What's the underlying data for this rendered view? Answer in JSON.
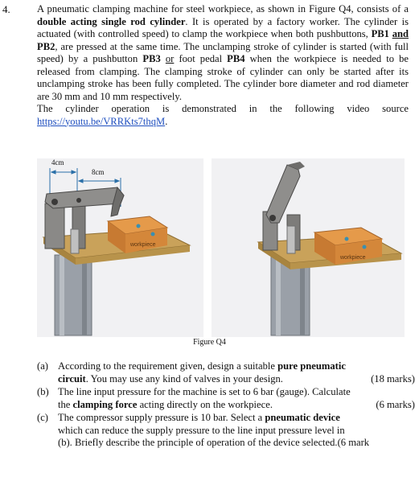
{
  "question": {
    "number": "4.",
    "intro": {
      "p1": "A pneumatic clamping machine for steel workpiece, as shown in Figure Q4, consists of a ",
      "b1": "double acting single rod cylinder",
      "p2": ". It is operated by a factory worker. The cylinder is actuated (with controlled speed) to clamp the workpiece when both pushbuttons, ",
      "b2": "PB1",
      "u1": "and",
      "b3": "PB2",
      "p3": ", are pressed at the same time. The unclamping stroke of cylinder is started (with full speed) by a pushbutton ",
      "b4": "PB3",
      "u2": "or",
      "p4": " foot pedal ",
      "b5": "PB4",
      "p5": " when the workpiece is needed to be released from clamping. The clamping stroke of cylinder can only be started after its unclamping stroke has been fully completed. The cylinder bore diameter and rod diameter are 30 mm and 10 mm respectively.",
      "p6": "The cylinder operation is demonstrated in the following video source ",
      "link": "https://youtu.be/VRRKts7thqM",
      "p7": "."
    },
    "figure": {
      "dim1": "4cm",
      "dim2": "8cm",
      "workpiece_label": "workpiece",
      "workpiece_label_right": "workpiece",
      "caption": "Figure Q4",
      "colors": {
        "metal": "#8f8e8c",
        "workpiece": "#d4873a",
        "base": "#c9a25a",
        "cylinder": "#9aa0a8"
      }
    },
    "parts": [
      {
        "label": "(a)",
        "line1_a": "According to the requirement given, design a suitable ",
        "line1_b": "pure pneumatic",
        "line2_b": "circuit",
        "line2_a": ". You may use any kind of valves in your design.",
        "marks": "(18 marks)"
      },
      {
        "label": "(b)",
        "line1": "The line input pressure for the machine is set to 6 bar (gauge). Calculate",
        "line2_a": "the ",
        "line2_b": "clamping force",
        "line2_c": " acting directly on the workpiece.",
        "marks": "(6 marks)"
      },
      {
        "label": "(c)",
        "line1_a": "The compressor supply pressure is 10 bar. Select a ",
        "line1_b": "pneumatic device",
        "line2": "which can reduce the supply pressure to the line input pressure level in",
        "line3": "(b). Briefly describe the principle of operation of the device selected.(6 mark"
      }
    ]
  }
}
